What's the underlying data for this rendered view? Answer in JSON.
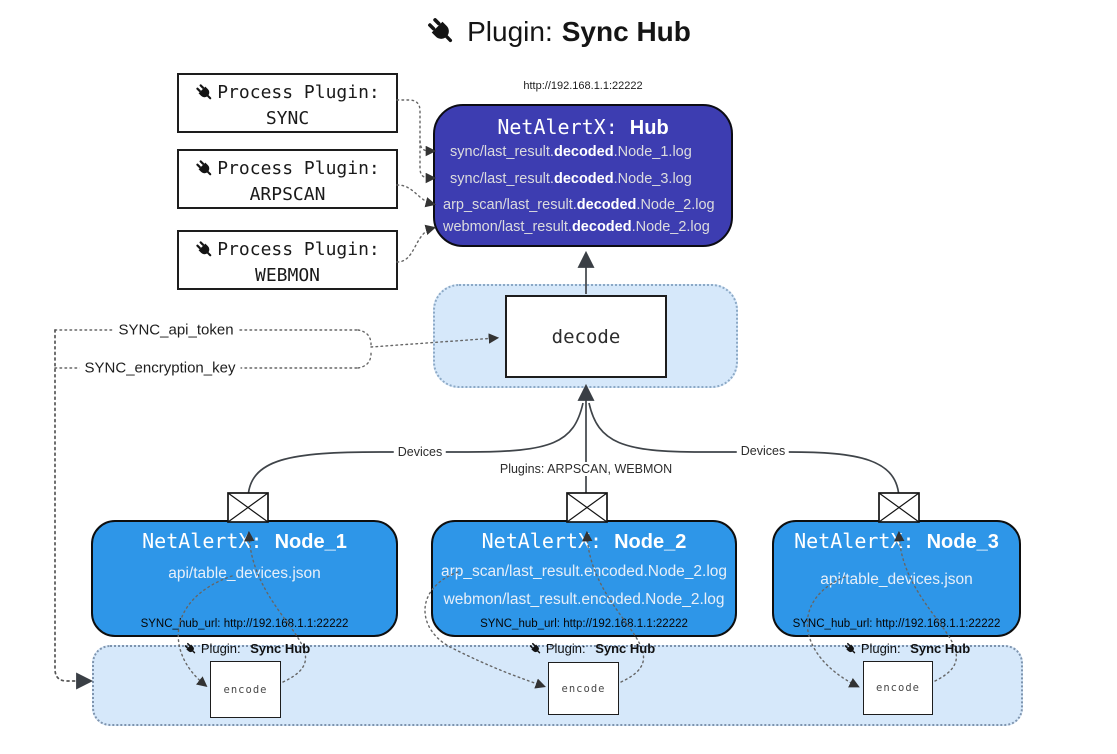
{
  "title": {
    "prefix": "Plugin:",
    "name": "Sync Hub"
  },
  "process_plugins": [
    {
      "label": "Process Plugin:",
      "name": "SYNC"
    },
    {
      "label": "Process Plugin:",
      "name": "ARPSCAN"
    },
    {
      "label": "Process Plugin:",
      "name": "WEBMON"
    }
  ],
  "hub": {
    "url": "http://192.168.1.1:22222",
    "title_prefix": "NetAlertX: ",
    "title_name": "Hub",
    "files": [
      {
        "pre": "sync/last_result.",
        "mid": "decoded",
        "post": ".Node_1.log"
      },
      {
        "pre": "sync/last_result.",
        "mid": "decoded",
        "post": ".Node_3.log"
      },
      {
        "pre": "arp_scan/last_result.",
        "mid": "decoded",
        "post": ".Node_2.log"
      },
      {
        "pre": "webmon/last_result.",
        "mid": "decoded",
        "post": ".Node_2.log"
      }
    ]
  },
  "decode_label": "decode",
  "secrets": {
    "api_token": "SYNC_api_token",
    "encryption_key": "SYNC_encryption_key"
  },
  "edge_labels": {
    "devices_left": "Devices",
    "plugins_center": "Plugins: ARPSCAN, WEBMON",
    "devices_right": "Devices"
  },
  "nodes": [
    {
      "title_prefix": "NetAlertX: ",
      "title_name": "Node_1",
      "files": [
        "api/table_devices.json"
      ],
      "hub_url": "SYNC_hub_url: http://192.168.1.1:22222"
    },
    {
      "title_prefix": "NetAlertX: ",
      "title_name": "Node_2",
      "files": [
        "arp_scan/last_result.encoded.Node_2.log",
        "webmon/last_result.encoded.Node_2.log"
      ],
      "hub_url": "SYNC_hub_url: http://192.168.1.1:22222"
    },
    {
      "title_prefix": "NetAlertX: ",
      "title_name": "Node_3",
      "files": [
        "api/table_devices.json"
      ],
      "hub_url": "SYNC_hub_url: http://192.168.1.1:22222"
    }
  ],
  "encoders": [
    {
      "prefix": "Plugin:",
      "name": "Sync Hub",
      "box": "encode"
    },
    {
      "prefix": "Plugin:",
      "name": "Sync Hub",
      "box": "encode"
    },
    {
      "prefix": "Plugin:",
      "name": "Sync Hub",
      "box": "encode"
    }
  ],
  "icons": {
    "plug": "plug-icon",
    "envelope": "envelope-icon"
  },
  "colors": {
    "hub_fill": "#3D3DB1",
    "node_fill": "#2E96E8",
    "panel_fill": "#D6E8FA",
    "line": "#3F4449",
    "dotted": "#666666"
  }
}
